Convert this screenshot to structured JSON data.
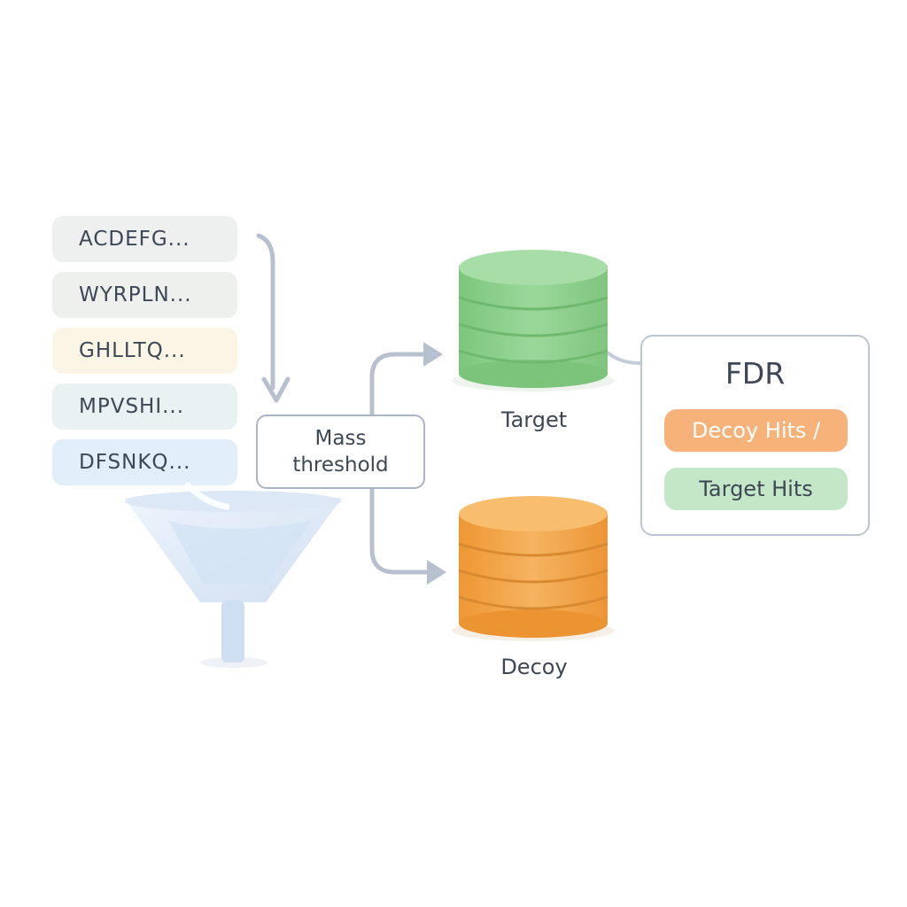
{
  "sequences": [
    {
      "text": "ACDEFG...",
      "color": "#eef0ef"
    },
    {
      "text": "WYRPLN...",
      "color": "#eef0ee"
    },
    {
      "text": "GHLLTQ...",
      "color": "#fbf5e6"
    },
    {
      "text": "MPVSHI...",
      "color": "#e9f1f3"
    },
    {
      "text": "DFSNKQ...",
      "color": "#e2eef9"
    }
  ],
  "filter": {
    "line1": "Mass",
    "line2": "threshold"
  },
  "databases": {
    "target": {
      "label": "Target",
      "color": "#8fd28f"
    },
    "decoy": {
      "label": "Decoy",
      "color": "#f4a54c"
    }
  },
  "fdr": {
    "title": "FDR",
    "numerator": "Decoy Hits /",
    "denominator": "Target Hits",
    "numerator_color": "#f7b27a",
    "denominator_color": "#c3e7c7"
  },
  "icons": [
    "funnel-icon",
    "database-icon",
    "arrow-icon"
  ]
}
